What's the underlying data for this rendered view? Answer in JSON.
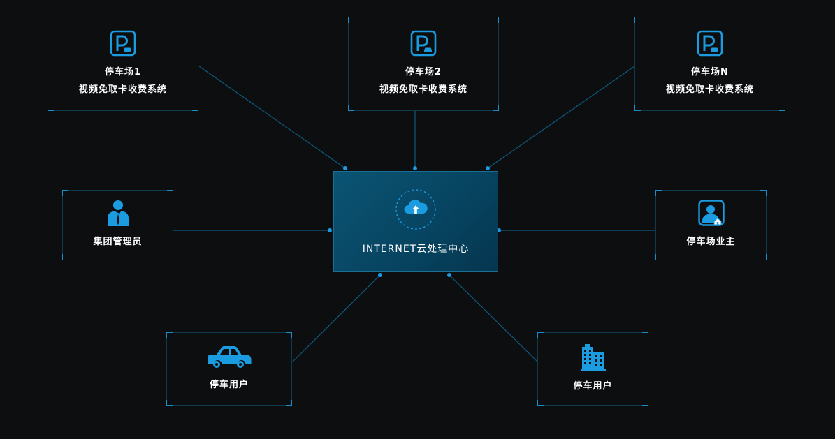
{
  "colors": {
    "background": "#0d0e10",
    "accent": "#1b9be0",
    "line": "#0e5a80",
    "panel_border": "#13394d",
    "center_fill": "#074562"
  },
  "center": {
    "title": "INTERNET云处理中心",
    "icon": "cloud-upload-icon"
  },
  "nodes": {
    "lot1": {
      "line1": "停车场1",
      "line2": "视频免取卡收费系统",
      "icon": "parking-icon"
    },
    "lot2": {
      "line1": "停车场2",
      "line2": "视频免取卡收费系统",
      "icon": "parking-icon"
    },
    "lotN": {
      "line1": "停车场N",
      "line2": "视频免取卡收费系统",
      "icon": "parking-icon"
    },
    "manager": {
      "line1": "集团管理员",
      "icon": "business-person-icon"
    },
    "owner": {
      "line1": "停车场业主",
      "icon": "owner-home-icon"
    },
    "user_car": {
      "line1": "停车用户",
      "icon": "car-icon"
    },
    "user_building": {
      "line1": "停车用户",
      "icon": "building-icon"
    }
  }
}
